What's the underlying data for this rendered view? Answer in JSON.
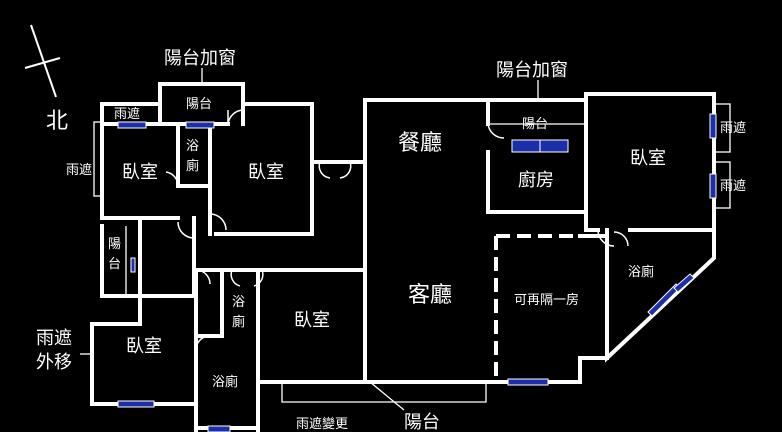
{
  "compass": {
    "north_label": "北"
  },
  "labels": {
    "balcony_window_left": "陽台加窗",
    "balcony_window_right": "陽台加窗",
    "rain_cover_top": "雨遮",
    "balcony_top_left": "陽台",
    "rain_cover_left": "雨遮",
    "bedroom_1": "臥室",
    "bath_1": "浴廁",
    "bedroom_2": "臥室",
    "balcony_left": "陽台",
    "dining": "餐廳",
    "balcony_kitchen": "陽台",
    "kitchen": "廚房",
    "bedroom_3": "臥室",
    "rain_cover_right_1": "雨遮",
    "rain_cover_right_2": "雨遮",
    "living": "客廳",
    "optional_room": "可再隔一房",
    "bath_2": "浴廁",
    "bath_3": "浴廁",
    "bedroom_4": "臥室",
    "rain_cover_move": "雨遮",
    "move_out": "外移",
    "bedroom_5": "臥室",
    "bath_4": "浴廁",
    "rain_cover_change": "雨遮變更",
    "balcony_bottom": "陽台"
  }
}
